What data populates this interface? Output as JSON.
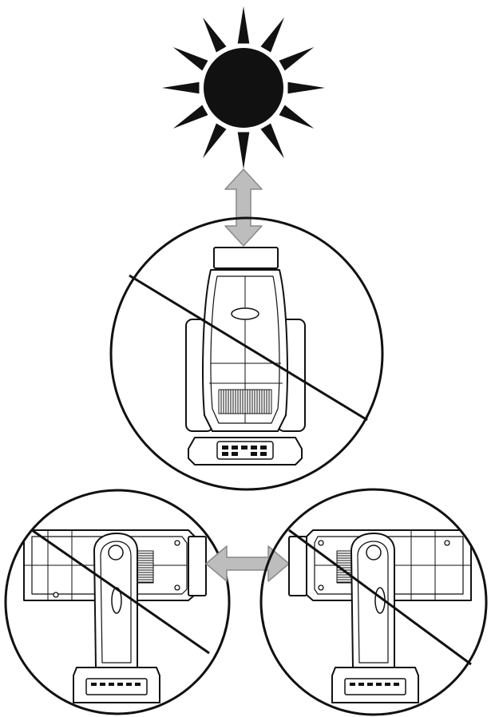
{
  "diagram": {
    "colors": {
      "ink": "#111111",
      "arrow_fill": "#bdbdbd",
      "arrow_stroke": "#8a8a8a",
      "background": "#ffffff"
    },
    "icons": {
      "sun": "sun-icon",
      "vertical_arrow": "double-arrow-vertical-icon",
      "horizontal_arrow": "double-arrow-horizontal-icon",
      "prohibited": "prohibition-circle-icon",
      "fixture": "moving-head-light-icon"
    },
    "panels": [
      {
        "id": "top",
        "view": "upright",
        "prohibited": true
      },
      {
        "id": "bottom-left",
        "view": "tilted-left",
        "prohibited": true
      },
      {
        "id": "bottom-right",
        "view": "tilted-right",
        "prohibited": true
      }
    ]
  }
}
